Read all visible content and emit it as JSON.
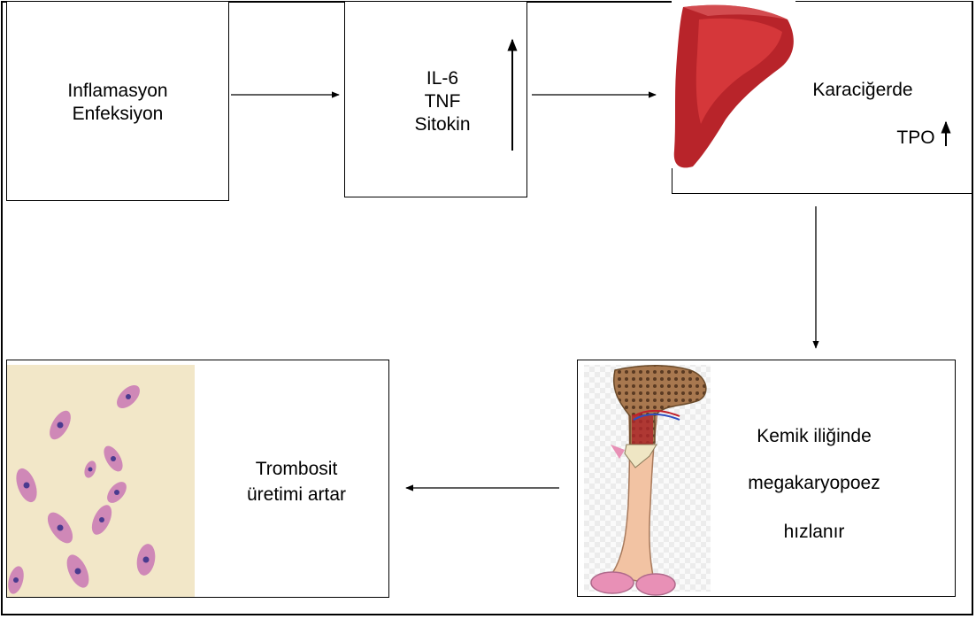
{
  "nodes": {
    "infection": {
      "line1": "Inflamasyon",
      "line2": "Enfeksiyon"
    },
    "cytokines": {
      "line1": "IL-6",
      "line2": "TNF",
      "line3": "Sitokin"
    },
    "liver": {
      "label": "Karaciğerde",
      "tpo": "TPO"
    },
    "bone_marrow": {
      "line1": "Kemik iliğinde",
      "line2": "megakaryopoez",
      "line3": "hızlanır"
    },
    "platelets": {
      "line1": "Trombosit",
      "line2": "üretimi artar"
    }
  },
  "images": {
    "liver": "liver-illustration",
    "bone": "femur-bone-illustration",
    "platelets": "platelet-smear-micrograph"
  },
  "colors": {
    "liver": "#b8242a",
    "liver_light": "#d83a3c",
    "bone": "#f2c3a3",
    "marrow": "#8a5a3a",
    "cartilage": "#e890b6",
    "smear_bg": "#f2e7c8",
    "cell": "#c978b5",
    "nucleus": "#4a3b8f"
  }
}
